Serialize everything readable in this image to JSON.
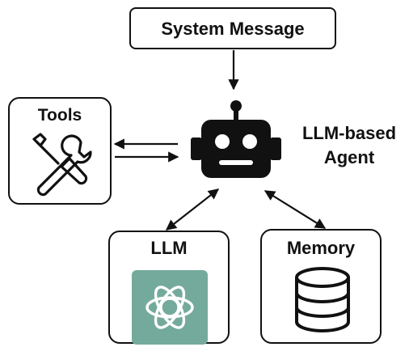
{
  "system_message": {
    "label": "System Message"
  },
  "tools": {
    "label": "Tools",
    "icon": "tools-icon"
  },
  "agent": {
    "line1": "LLM-based",
    "line2": "Agent",
    "icon": "robot-icon"
  },
  "llm": {
    "label": "LLM",
    "icon": "openai-logo-icon",
    "logo_color": "#74AA9C"
  },
  "memory": {
    "label": "Memory",
    "icon": "database-icon"
  }
}
